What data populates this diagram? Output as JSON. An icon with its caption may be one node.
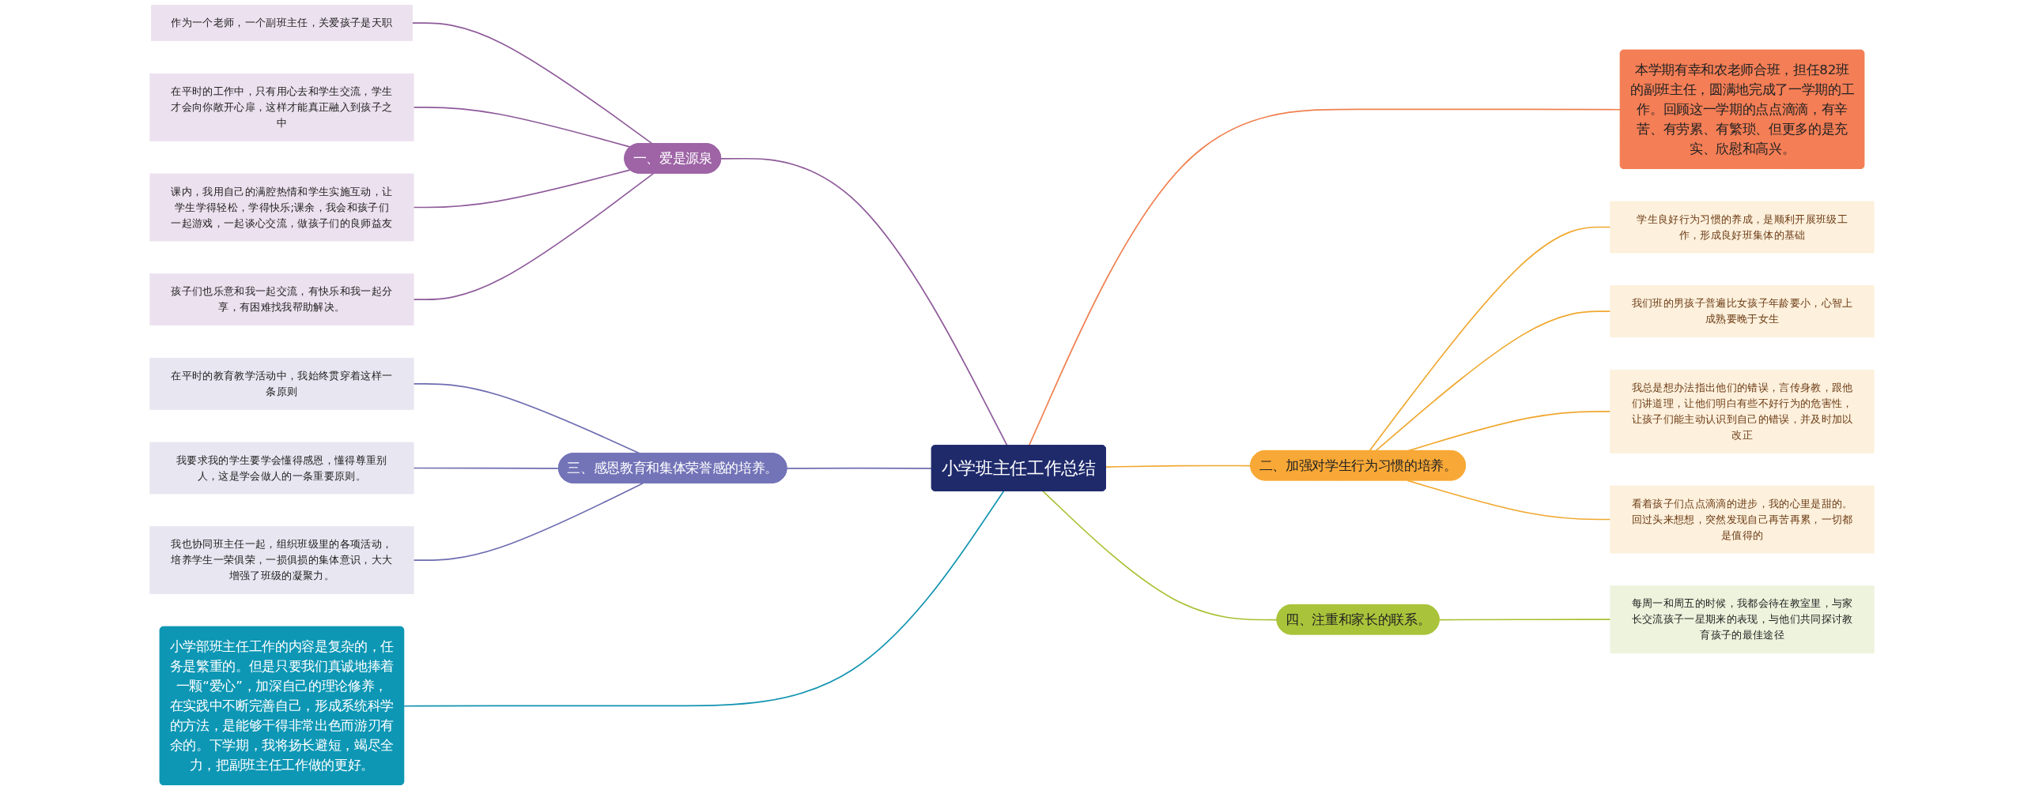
{
  "diagram": {
    "nodes": [
      {
        "text": [
          "小学班主任工作总结"
        ]
      },
      {
        "text": [
          "一、爱是源泉"
        ]
      },
      {
        "text": [
          "作为一个老师，一个副班主任，关爱孩子是天职"
        ]
      },
      {
        "text": [
          "在平时的工作中，只有用心去和学生交流，学生才会向你敞开心扉，这样才能真正融入到孩子之中"
        ]
      },
      {
        "text": [
          "课内，我用自己的满腔热情和学生实施互动，让学生学得轻松，学得快乐;课余，我会和孩子们一起游戏，一起谈心交流，做孩子们的良师益友"
        ]
      },
      {
        "text": [
          "孩子们也乐意和我一起交流，有快乐和我一起分享，有困难找我帮助解决。"
        ]
      },
      {
        "text": [
          "三、感恩教育和集体荣誉感的培养。"
        ]
      },
      {
        "text": [
          "在平时的教育教学活动中，我始终贯穿着这样一条原则"
        ]
      },
      {
        "text": [
          "我要求我的学生要学会懂得感恩，懂得尊重别人，这是学会做人的一条重要原则。"
        ]
      },
      {
        "text": [
          "我也协同班主任一起，组织班级里的各项活动，培养学生一荣俱荣，一损俱损的集体意识，大大增强了班级的凝聚力。"
        ]
      },
      {
        "text": [
          "小学部班主任工作的内容是复杂的，任务是繁重的。但是只要我们真诚地捧着一颗“爱心”，加深自己的理论修养，在实践中不断完善自己，形成系统科学的方法，是能够干得非常出色而游刃有余的。下学期，我将扬长避短，竭尽全力，把副班主任工作做的更好。"
        ]
      },
      {
        "text": [
          "本学期有幸和农老师合班，担任82班的副班主任，圆满地完成了一学期的工作。回顾这一学期的点点滴滴，有辛苦、有劳累、有繁琐、但更多的是充实、欣慰和高兴。"
        ]
      },
      {
        "text": [
          "二、加强对学生行为习惯的培养。"
        ]
      },
      {
        "text": [
          "学生良好行为习惯的养成，是顺利开展班级工作，形成良好班集体的基础"
        ]
      },
      {
        "text": [
          "我们班的男孩子普遍比女孩子年龄要小，心智上成熟要晚于女生"
        ]
      },
      {
        "text": [
          "我总是想办法指出他们的错误，言传身教，跟他们讲道理，让他们明白有些不好行为的危害性，让孩子们能主动认识到自己的错误，并及时加以改正"
        ]
      },
      {
        "text": [
          "看着孩子们点点滴滴的进步，我的心里是甜的。回过头来想想，突然发现自己再苦再累，一切都是值得的"
        ]
      },
      {
        "text": [
          "四、注重和家长的联系。"
        ]
      },
      {
        "text": [
          "每周一和周五的时候，我都会待在教室里，与家长交流孩子一星期来的表现，与他们共同探讨教育孩子的最佳途径"
        ]
      }
    ],
    "edges": [
      {
        "from": 0,
        "to": 1,
        "arrow": "none",
        "color": "#8e5a9a"
      },
      {
        "from": 1,
        "to": 2,
        "arrow": "none",
        "color": "#8e5a9a"
      },
      {
        "from": 1,
        "to": 3,
        "arrow": "none",
        "color": "#8e5a9a"
      },
      {
        "from": 1,
        "to": 4,
        "arrow": "none",
        "color": "#8e5a9a"
      },
      {
        "from": 1,
        "to": 5,
        "arrow": "none",
        "color": "#8e5a9a"
      },
      {
        "from": 0,
        "to": 6,
        "arrow": "none",
        "color": "#6c6cb0"
      },
      {
        "from": 6,
        "to": 7,
        "arrow": "none",
        "color": "#6c6cb0"
      },
      {
        "from": 6,
        "to": 8,
        "arrow": "none",
        "color": "#6c6cb0"
      },
      {
        "from": 6,
        "to": 9,
        "arrow": "none",
        "color": "#6c6cb0"
      },
      {
        "from": 0,
        "to": 10,
        "arrow": "none",
        "color": "#1294b0"
      },
      {
        "from": 0,
        "to": 11,
        "arrow": "none",
        "color": "#f08050"
      },
      {
        "from": 0,
        "to": 12,
        "arrow": "none",
        "color": "#f0a830"
      },
      {
        "from": 12,
        "to": 13,
        "arrow": "none",
        "color": "#f0a830"
      },
      {
        "from": 12,
        "to": 14,
        "arrow": "none",
        "color": "#f0a830"
      },
      {
        "from": 12,
        "to": 15,
        "arrow": "none",
        "color": "#f0a830"
      },
      {
        "from": 12,
        "to": 16,
        "arrow": "none",
        "color": "#f0a830"
      },
      {
        "from": 0,
        "to": 17,
        "arrow": "none",
        "color": "#a8c030"
      },
      {
        "from": 17,
        "to": 18,
        "arrow": "none",
        "color": "#a8c030"
      }
    ]
  }
}
